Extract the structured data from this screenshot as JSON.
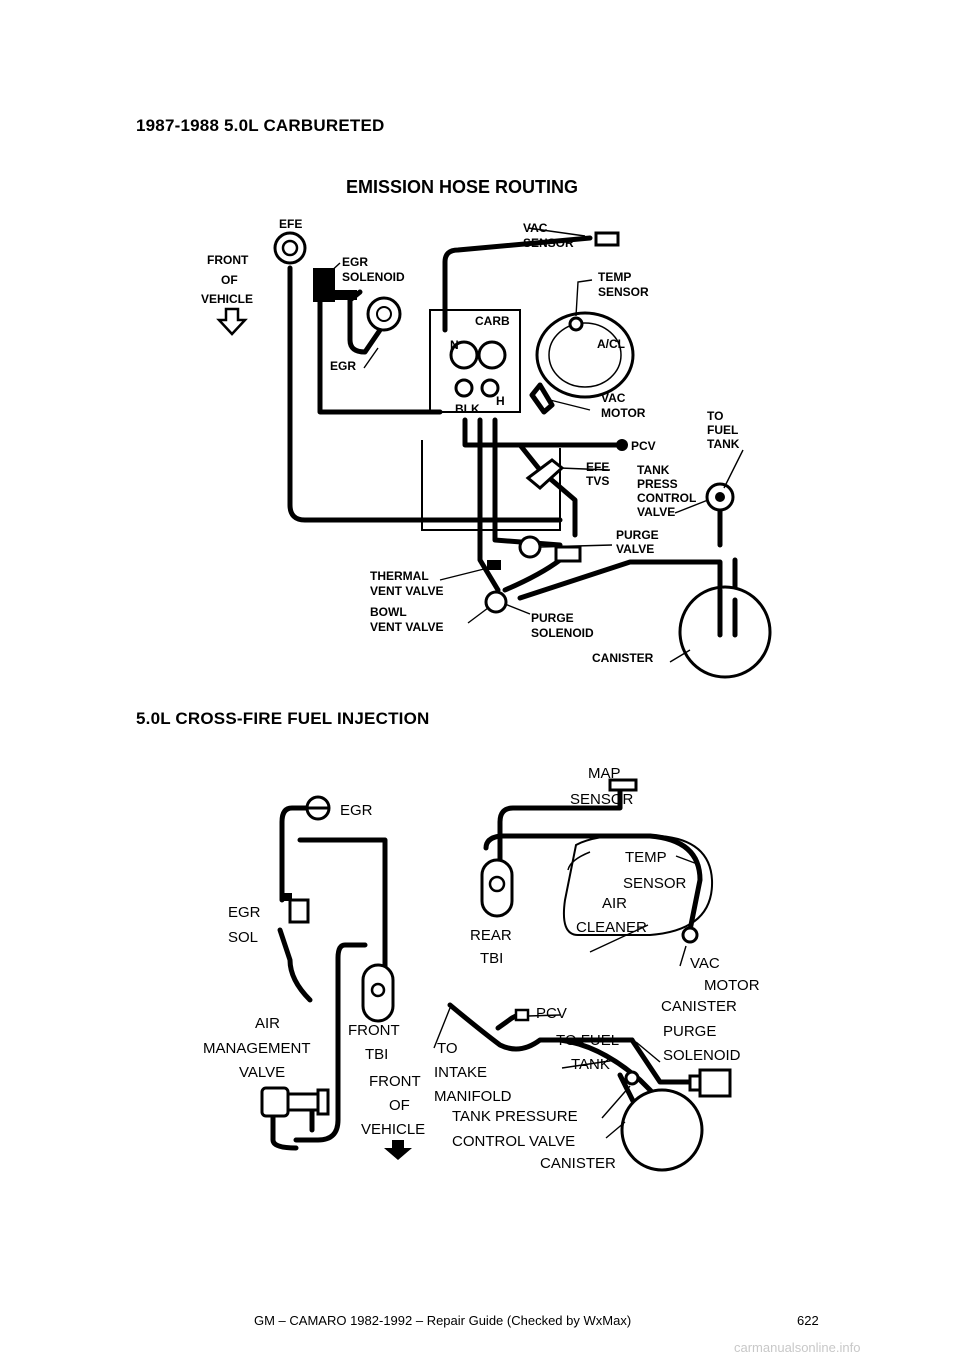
{
  "section1": {
    "heading": "1987-1988 5.0L CARBURETED",
    "diagram": {
      "title": "EMISSION HOSE ROUTING",
      "labels": {
        "efe": "EFE",
        "front_l1": "FRONT",
        "front_l2": "OF",
        "front_l3": "VEHICLE",
        "egr_sol_l1": "EGR",
        "egr_sol_l2": "SOLENOID",
        "egr": "EGR",
        "vac_sensor_l1": "VAC",
        "vac_sensor_l2": "SENSOR",
        "temp_l1": "TEMP",
        "temp_l2": "SENSOR",
        "carb": "CARB",
        "acl": "A/CL",
        "n": "N",
        "blk": "BLK",
        "h": "H",
        "vac_motor_l1": "VAC",
        "vac_motor_l2": "MOTOR",
        "to_fuel_l1": "TO",
        "to_fuel_l2": "FUEL",
        "to_fuel_l3": "TANK",
        "pcv": "PCV",
        "efe_tvs_l1": "EFE",
        "efe_tvs_l2": "TVS",
        "tank_l1": "TANK",
        "tank_l2": "PRESS",
        "tank_l3": "CONTROL",
        "tank_l4": "VALVE",
        "purge_valve_l1": "PURGE",
        "purge_valve_l2": "VALVE",
        "thermal_l1": "THERMAL",
        "thermal_l2": "VENT VALVE",
        "bowl_l1": "BOWL",
        "bowl_l2": "VENT VALVE",
        "purge_sol_l1": "PURGE",
        "purge_sol_l2": "SOLENOID",
        "canister": "CANISTER"
      }
    }
  },
  "section2": {
    "heading": "5.0L CROSS-FIRE FUEL INJECTION",
    "diagram": {
      "labels": {
        "map_l1": "MAP",
        "map_l2": "SENSOR",
        "egr": "EGR",
        "temp_l1": "TEMP",
        "temp_l2": "SENSOR",
        "air_l1": "AIR",
        "air_l2": "CLEANER",
        "egr_sol_l1": "EGR",
        "egr_sol_l2": "SOL",
        "rear_l1": "REAR",
        "rear_l2": "TBI",
        "vac_l1": "VAC",
        "vac_l2": "MOTOR",
        "canister_purge_l1": "CANISTER",
        "canister_purge_l2": "PURGE",
        "canister_purge_l3": "SOLENOID",
        "amv_l1": "AIR",
        "amv_l2": "MANAGEMENT",
        "amv_l3": "VALVE",
        "front_tbi_l1": "FRONT",
        "front_tbi_l2": "TBI",
        "pcv": "PCV",
        "to_intake_l1": "TO",
        "to_intake_l2": "INTAKE",
        "to_intake_l3": "MANIFOLD",
        "to_fuel_l1": "TO FUEL",
        "to_fuel_l2": "TANK",
        "front_veh_l1": "FRONT",
        "front_veh_l2": "OF",
        "front_veh_l3": "VEHICLE",
        "tpcv_l1": "TANK PRESSURE",
        "tpcv_l2": "CONTROL VALVE",
        "canister": "CANISTER"
      }
    }
  },
  "footer": {
    "text": "GM – CAMARO 1982-1992 – Repair Guide (Checked by WxMax)",
    "page": "622"
  },
  "watermark": "carmanualsonline.info"
}
